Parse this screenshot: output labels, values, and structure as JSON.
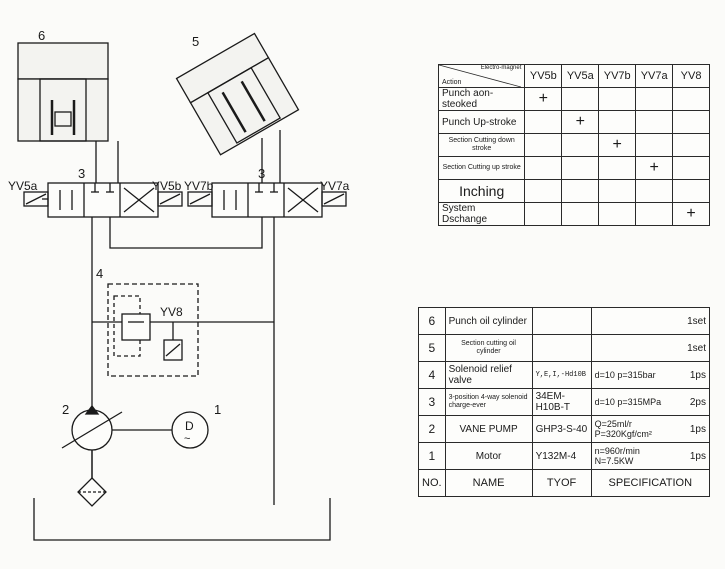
{
  "diagram": {
    "labels": {
      "cyl6": "6",
      "cyl5": "5",
      "valve3_left": "3",
      "valve3_right": "3",
      "relief4": "4",
      "pump2": "2",
      "motor1": "1",
      "yv5a": "YV5a",
      "yv5b": "YV5b",
      "yv7b": "YV7b",
      "yv7a": "YV7a",
      "yv8": "YV8",
      "motor_letter": "D",
      "motor_wave": "~"
    }
  },
  "action_table": {
    "corner_top": "Electro-magnet",
    "corner_bottom": "Action",
    "columns": [
      "YV5b",
      "YV5a",
      "YV7b",
      "YV7a",
      "YV8"
    ],
    "mark": "+",
    "rows": [
      {
        "action": "Punch aon-steoked",
        "marks": [
          true,
          false,
          false,
          false,
          false
        ]
      },
      {
        "action": "Punch Up-stroke",
        "marks": [
          false,
          true,
          false,
          false,
          false
        ]
      },
      {
        "action": "Section  Cutting down  stroke",
        "marks": [
          false,
          false,
          true,
          false,
          false
        ]
      },
      {
        "action": "Section Cutting up  stroke",
        "marks": [
          false,
          false,
          false,
          true,
          false
        ]
      },
      {
        "action": "Inching",
        "marks": [
          false,
          false,
          false,
          false,
          false
        ]
      },
      {
        "action": "System Dschange",
        "marks": [
          false,
          false,
          false,
          false,
          true
        ]
      }
    ]
  },
  "parts_table": {
    "rows": [
      {
        "no": "6",
        "name": "Punch oil cylinder",
        "type": "",
        "spec": "",
        "qty": "1set"
      },
      {
        "no": "5",
        "name": "Section cutting oil  cylinder",
        "type": "",
        "spec": "",
        "qty": "1set"
      },
      {
        "no": "4",
        "name": "Solenoid relief valve",
        "type": "Y,E,I,-Hd10B",
        "spec": "d=10 p=315bar",
        "qty": "1ps"
      },
      {
        "no": "3",
        "name": "3-position 4-way solenoid charge-ever",
        "type": "34EM-H10B-T",
        "spec": "d=10   p=315MPa",
        "qty": "2ps"
      },
      {
        "no": "2",
        "name": "VANE   PUMP",
        "type": "GHP3-S-40",
        "spec": "Q=25ml/r  P=320Kgf/cm²",
        "qty": "1ps"
      },
      {
        "no": "1",
        "name": "Motor",
        "type": "Y132M-4",
        "spec": "n=960r/min   N=7.5KW",
        "qty": "1ps"
      }
    ],
    "header": {
      "no": "NO.",
      "name": "NAME",
      "type": "TYOF",
      "spec": "SPECIFICATION"
    }
  }
}
